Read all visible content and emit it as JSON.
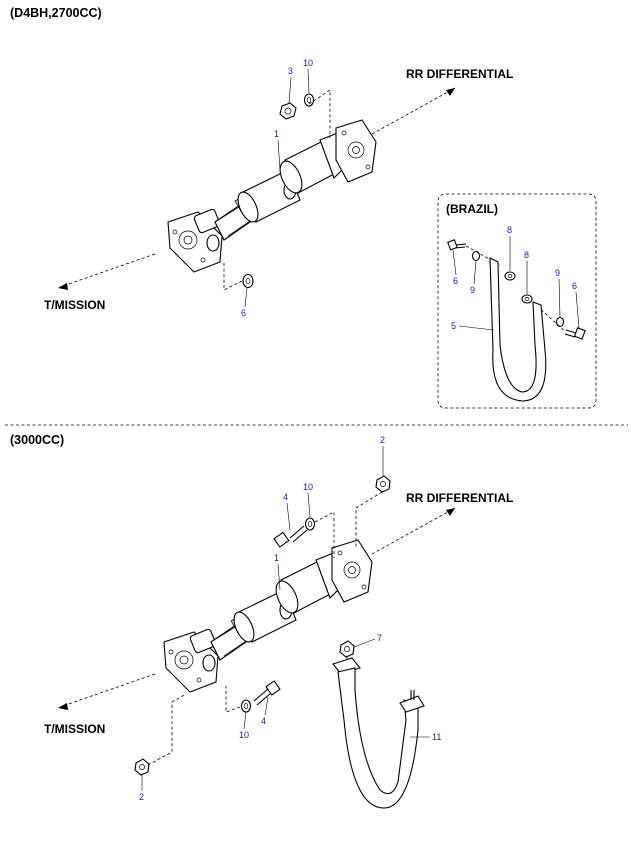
{
  "sections": {
    "top": {
      "header": "(D4BH,2700CC)"
    },
    "bottom": {
      "header": "(3000CC)"
    }
  },
  "labels": {
    "top_rr": "RR DIFFERENTIAL",
    "top_tm": "T/MISSION",
    "brazil": "(BRAZIL)",
    "bottom_rr": "RR DIFFERENTIAL",
    "bottom_tm": "T/MISSION"
  },
  "callouts": {
    "top_shaft": "1",
    "top_nut": "3",
    "top_washer": "10",
    "top_lower_washer": "6",
    "brazil_bolt_left": "6",
    "brazil_washer_left": "9",
    "brazil_plate_upper": "8",
    "brazil_plate_lower": "8",
    "brazil_washer_right": "9",
    "brazil_bolt_right": "6",
    "brazil_strap": "5",
    "bottom_nut_top": "2",
    "bottom_bolt_top": "4",
    "bottom_washer_top": "10",
    "bottom_shaft": "1",
    "bottom_nut_strap": "7",
    "bottom_washer_low": "10",
    "bottom_bolt_low": "4",
    "bottom_strap": "11",
    "bottom_nut_low": "2"
  }
}
